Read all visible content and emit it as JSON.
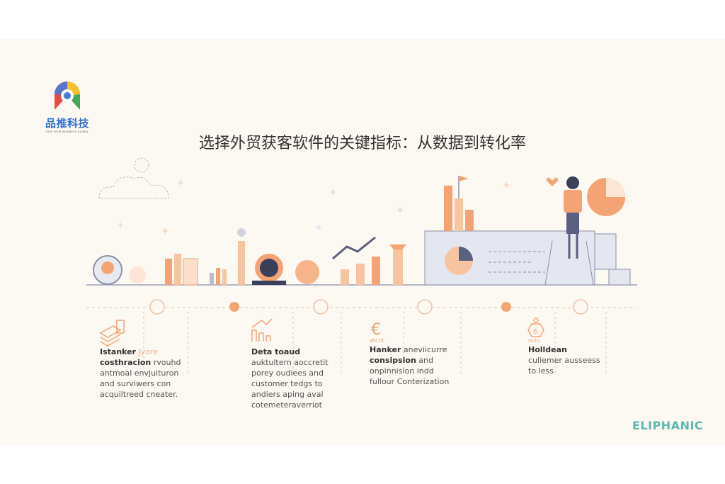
{
  "logo": {
    "name": "品推科技",
    "tagline": "TAKE YOUR BUSINESS GLOBAL"
  },
  "title": "选择外贸获客软件的关键指标：从数据到转化率",
  "cards": [
    {
      "head": "Istanker",
      "head_accent": "Jyore",
      "lines_bold": "costhracion",
      "line1_rest": " rvouhd",
      "lines": [
        "antmoal envjuituron",
        "and surviwers con",
        "acquiltreed cneater."
      ]
    },
    {
      "head": "Deta toaud",
      "lines": [
        "auktultern aoccretit",
        "porey oudiees and",
        "customer tedgs to",
        "andiers aping aval",
        "cotemeteraverriot"
      ]
    },
    {
      "icon_label": "atcnt",
      "head": "Hanker",
      "head_rest": " aneviicurre",
      "lines_bold": "consipsion",
      "line1_rest": " and",
      "lines": [
        "onpinnision indd",
        "fullour Conterization"
      ]
    },
    {
      "icon_label": "ocio",
      "head": "Holldean",
      "lines": [
        "culiemer ausseess",
        "to less"
      ]
    }
  ],
  "brand": "ELIPHANIC",
  "colors": {
    "accent": "#f4a474",
    "line": "#b8bdd0",
    "teal": "#5fb8b2"
  }
}
